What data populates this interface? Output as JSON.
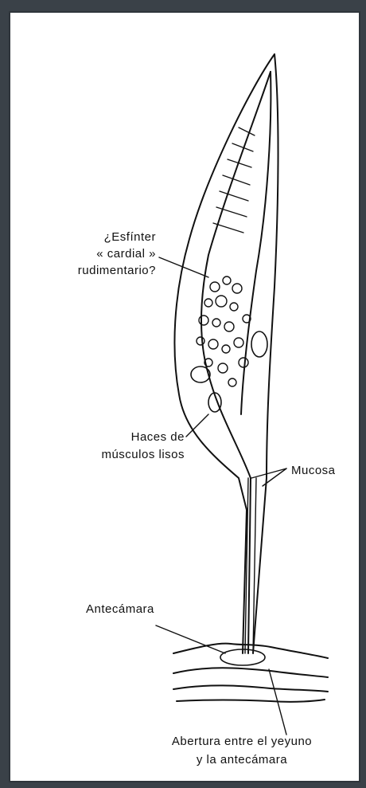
{
  "labels": {
    "sphincter_line1": "¿Esfínter",
    "sphincter_line2": "« cardial »",
    "sphincter_line3": "rudimentario?",
    "muscles_line1": "Haces de",
    "muscles_line2": "músculos lisos",
    "mucosa": "Mucosa",
    "antechamber": "Antecámara",
    "opening_line1": "Abertura entre el yeyuno",
    "opening_line2": "y la antecámara"
  },
  "colors": {
    "ink": "#111111",
    "paper": "#ffffff",
    "frame": "#3a4148"
  }
}
